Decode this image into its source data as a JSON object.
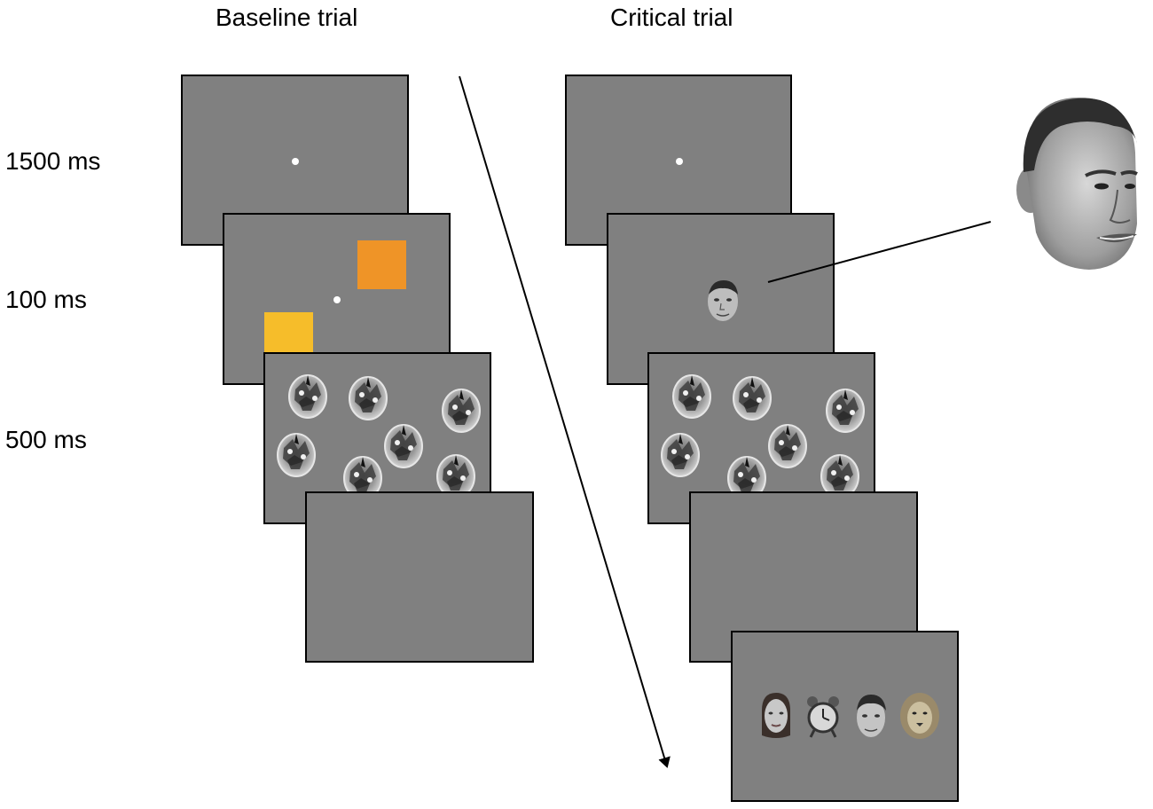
{
  "headings": {
    "baseline": "Baseline trial",
    "critical": "Critical trial"
  },
  "timings": {
    "t1": "1500 ms",
    "t2": "100 ms",
    "t3": "500 ms"
  },
  "colors": {
    "screen": "#808080",
    "border": "#000000",
    "fixation": "#ffffff",
    "square_orange": "#ef9427",
    "square_yellow": "#f6bd2a"
  },
  "icons": {
    "rsvp_distractor": "scrambled-face-icon",
    "critical_stimulus": "face-icon",
    "response_options": [
      "female-face-icon",
      "alarm-clock-icon",
      "male-face-icon",
      "lion-icon"
    ]
  }
}
